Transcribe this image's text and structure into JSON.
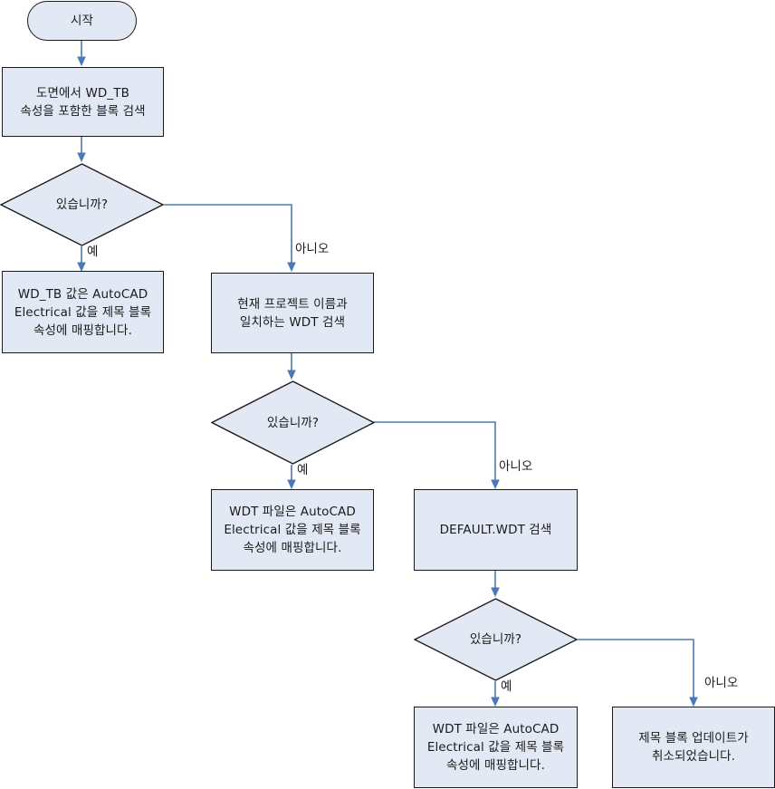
{
  "diagram": {
    "title": "AutoCAD Electrical WD_TB title block update flowchart",
    "colors": {
      "node_fill": "#e3e9f4",
      "node_border": "#1a1a1a",
      "connector": "#4a7ab5",
      "text": "#1a1a1a",
      "background": "#ffffff"
    },
    "nodes": [
      {
        "id": "start",
        "type": "terminator",
        "label": "시작"
      },
      {
        "id": "search-block",
        "type": "process",
        "label": "도면에서 WD_TB\n속성을 포함한 블록 검색"
      },
      {
        "id": "decision-1",
        "type": "decision",
        "label": "있습니까?"
      },
      {
        "id": "map-wdtb",
        "type": "process",
        "label": "WD_TB 값은 AutoCAD\nElectrical 값을 제목 블록\n속성에 매핑합니다."
      },
      {
        "id": "search-project-wdt",
        "type": "process",
        "label": "현재 프로젝트 이름과\n일치하는 WDT 검색"
      },
      {
        "id": "decision-2",
        "type": "decision",
        "label": "있습니까?"
      },
      {
        "id": "map-wdt-1",
        "type": "process",
        "label": "WDT 파일은 AutoCAD\nElectrical 값을 제목 블록\n속성에 매핑합니다."
      },
      {
        "id": "search-default-wdt",
        "type": "process",
        "label": "DEFAULT.WDT 검색"
      },
      {
        "id": "decision-3",
        "type": "decision",
        "label": "있습니까?"
      },
      {
        "id": "map-wdt-2",
        "type": "process",
        "label": "WDT 파일은 AutoCAD\nElectrical 값을 제목 블록\n속성에 매핑합니다."
      },
      {
        "id": "cancel-update",
        "type": "process",
        "label": "제목 블록 업데이트가\n취소되었습니다."
      }
    ],
    "edge_labels": [
      {
        "id": "d1-yes",
        "text": "예"
      },
      {
        "id": "d1-no",
        "text": "아니오"
      },
      {
        "id": "d2-yes",
        "text": "예"
      },
      {
        "id": "d2-no",
        "text": "아니오"
      },
      {
        "id": "d3-yes",
        "text": "예"
      },
      {
        "id": "d3-no",
        "text": "아니오"
      }
    ]
  }
}
